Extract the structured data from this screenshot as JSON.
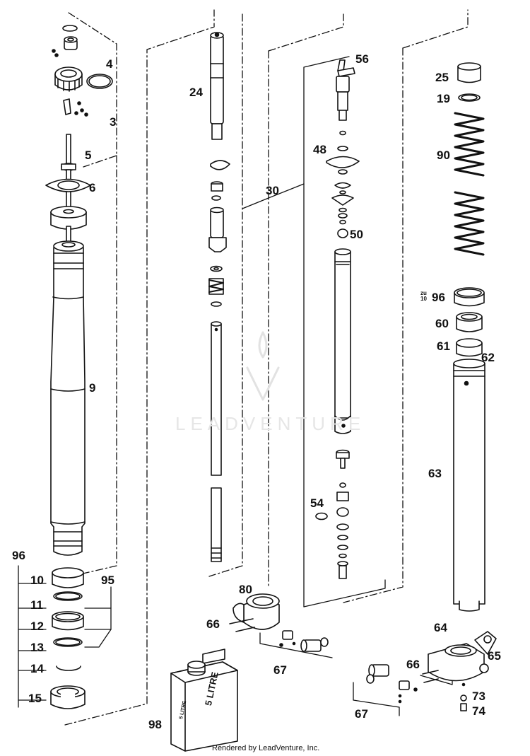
{
  "callouts": {
    "c3": "3",
    "c4": "4",
    "c5": "5",
    "c6": "6",
    "c9": "9",
    "c10": "10",
    "c11": "11",
    "c12": "12",
    "c13": "13",
    "c14": "14",
    "c15": "15",
    "c24": "24",
    "c30": "30",
    "c48": "48",
    "c50": "50",
    "c54": "54",
    "c56": "56",
    "c25": "25",
    "c19": "19",
    "c90": "90",
    "c96_right": "96",
    "c60": "60",
    "c61": "61",
    "c62": "62",
    "c63": "63",
    "c64": "64",
    "c65": "65",
    "c66_right": "66",
    "c73": "73",
    "c74": "74",
    "c67_right": "67",
    "c80": "80",
    "c66_left": "66",
    "c67_left": "67",
    "c98": "98",
    "c96_left": "96",
    "c95": "95"
  },
  "zu_label": {
    "line1": "zu",
    "line2": "10"
  },
  "jug_label": {
    "top": "5 LITRE",
    "side": "5 LITRE"
  },
  "watermark": "LEADVENTURE",
  "footer": "Rendered by LeadVenture, Inc."
}
